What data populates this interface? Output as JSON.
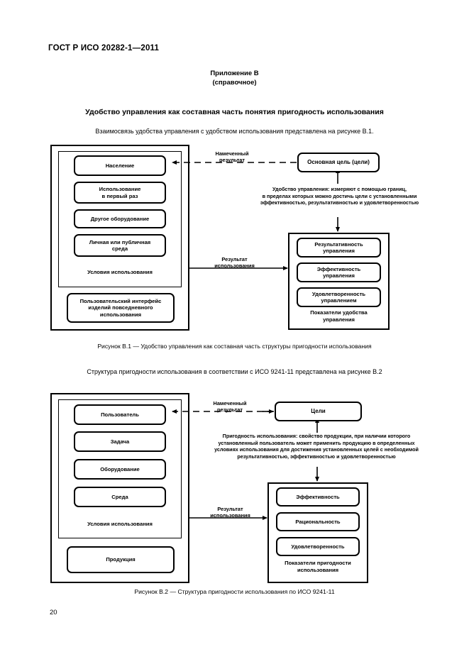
{
  "document": {
    "standard_header": "ГОСТ Р ИСО 20282-1—2011",
    "annex_title_line1": "Приложение В",
    "annex_title_line2": "(справочное)",
    "section_title": "Удобство управления как составная часть понятия пригодность использования",
    "intro_1": "Взаимосвязь удобства управления с удобством использования представлена на рисунке В.1.",
    "caption_1": "Рисунок В.1 — Удобство управления как составная часть структуры пригодности использования",
    "intro_2": "Структура пригодности использования в соответствии с ИСО 9241-11 представлена на рисунке В.2",
    "caption_2": "Рисунок В.2 — Структура пригодности использования по ИСО 9241-11",
    "page_number": "20"
  },
  "figure_1": {
    "id": "В.1",
    "context_boxes": [
      "Население",
      "Использование\nв первый раз",
      "Другое оборудование",
      "Личная или публичная\nсреда"
    ],
    "context_group_label": "Условия использования",
    "product_box": "Пользовательский интерфейс\nизделий повседневного\nиспользования",
    "goal_box": "Основная цель (цели)",
    "intended_outcome_label": "Намеченный\nрезультат",
    "outcome_label": "Результат\nиспользования",
    "definition_note": "Удобство управления: измеряют с помощью границ,\nв пределах которых можно достичь цели с установленными\nэффективностью, результативностью и удовлетворенностью",
    "measure_boxes": [
      "Результативность\nуправления",
      "Эффективность\nуправления",
      "Удовлетворенность\nуправлением"
    ],
    "measure_group_label": "Показатели удобства\nуправления"
  },
  "figure_2": {
    "id": "В.2",
    "context_boxes": [
      "Пользователь",
      "Задача",
      "Оборудование",
      "Среда"
    ],
    "context_group_label": "Условия использования",
    "product_box": "Продукция",
    "goal_box": "Цели",
    "intended_outcome_label": "Намеченный\nрезультат",
    "outcome_label": "Результат\nиспользования",
    "definition_note": "Пригодность использования: свойство продукции, при наличии которого\nустановленный пользователь может применить продукцию в определенных\nусловиях использования для достижения установленных целей с необходимой\nрезультативностью, эффективностью и удовлетворенностью",
    "measure_boxes": [
      "Эффективность",
      "Рациональность",
      "Удовлетворенность"
    ],
    "measure_group_label": "Показатели пригодности\nиспользования"
  },
  "colors": {
    "ink": "#000000",
    "paper": "#ffffff"
  }
}
